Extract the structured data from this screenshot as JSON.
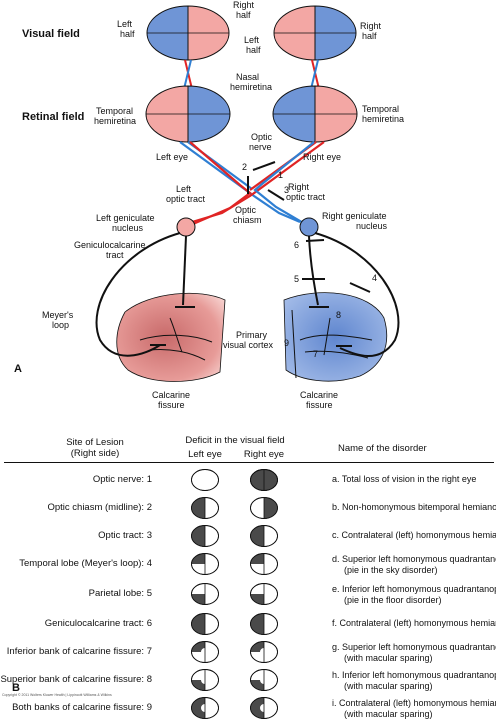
{
  "top": {
    "panel_label": "A",
    "visual_field": "Visual field",
    "retinal_field": "Retinal field",
    "left_half": [
      "Left",
      "half"
    ],
    "right_half": [
      "Right",
      "half"
    ],
    "nasal_hemiretina": [
      "Nasal",
      "hemiretina"
    ],
    "temporal_hemiretina": [
      "Temporal",
      "hemiretina"
    ],
    "left_eye": "Left eye",
    "right_eye": "Right eye",
    "optic_nerve": [
      "Optic",
      "nerve"
    ],
    "left_optic_tract": [
      "Left",
      "optic tract"
    ],
    "right_optic_tract": [
      "Right",
      "optic tract"
    ],
    "optic_chiasm": [
      "Optic",
      "chiasm"
    ],
    "left_geniculate": [
      "Left geniculate",
      "nucleus"
    ],
    "right_geniculate": [
      "Right geniculate",
      "nucleus"
    ],
    "geniculocalcarine": [
      "Geniculocalcarine",
      "tract"
    ],
    "meyers_loop": [
      "Meyer's",
      "loop"
    ],
    "primary_cortex": [
      "Primary",
      "visual cortex"
    ],
    "calcarine_fissure": [
      "Calcarine",
      "fissure"
    ],
    "numbers": [
      "1",
      "2",
      "3",
      "4",
      "5",
      "6",
      "7",
      "8",
      "9"
    ],
    "colors": {
      "pink": "#f3a7a4",
      "blue": "#6f95d6",
      "red": "#e02424",
      "nerve_blue": "#2f7fd3"
    }
  },
  "table": {
    "panel_label": "B",
    "col_site": [
      "Site of Lesion",
      "(Right side)"
    ],
    "col_deficit": "Deficit in the visual field",
    "col_left_eye": "Left eye",
    "col_right_eye": "Right eye",
    "col_disorder": "Name of the disorder",
    "rows": [
      {
        "site": "Optic nerve: 1",
        "disorder": [
          "a. Total loss of vision in the right eye"
        ]
      },
      {
        "site": "Optic chiasm (midline): 2",
        "disorder": [
          "b. Non-homonymous bitemporal hemianopia"
        ]
      },
      {
        "site": "Optic tract: 3",
        "disorder": [
          "c. Contralateral (left) homonymous hemianopia"
        ]
      },
      {
        "site": "Temporal lobe (Meyer's loop): 4",
        "disorder": [
          "d. Superior left homonymous quadrantanopia",
          "(pie in the sky disorder)"
        ]
      },
      {
        "site": "Parietal lobe: 5",
        "disorder": [
          "e. Inferior left homonymous quadrantanopia",
          "(pie in the floor disorder)"
        ]
      },
      {
        "site": "Geniculocalcarine tract: 6",
        "disorder": [
          "f. Contralateral (left) homonymous hemianopia"
        ]
      },
      {
        "site": "Inferior bank of calcarine fissure: 7",
        "disorder": [
          "g. Superior left homonymous quadrantanopia",
          "(with macular sparing)"
        ]
      },
      {
        "site": "Superior bank of calcarine fissure: 8",
        "disorder": [
          "h. Inferior left homonymous quadrantanopia",
          "(with macular sparing)"
        ]
      },
      {
        "site": "Both banks of calcarine fissure: 9",
        "disorder": [
          "i. Contralateral (left) homonymous hemianopia",
          "(with macular sparing)"
        ]
      }
    ]
  },
  "copyright": "Copyright © 2011 Wolters Kluwer Health | Lippincott Williams & Wilkins"
}
